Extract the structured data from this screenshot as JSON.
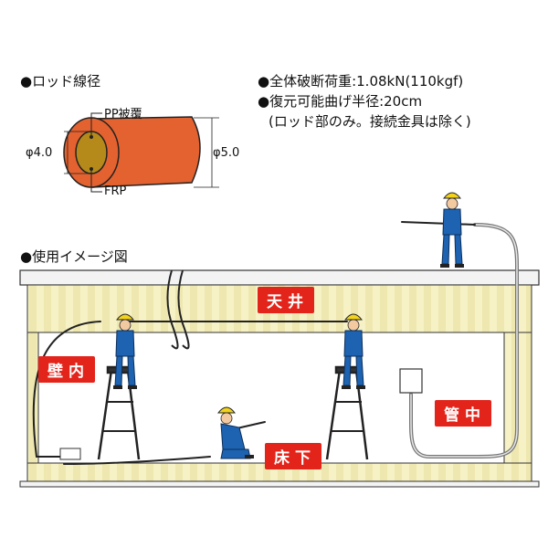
{
  "rod_section": {
    "heading": "●ロッド線径",
    "outer_label": "PP被覆",
    "inner_label": "FRP",
    "inner_diameter": "φ4.0",
    "outer_diameter": "φ5.0"
  },
  "specs": {
    "line1": "●全体破断荷重:1.08kN(110kgf)",
    "line2": "●復元可能曲げ半径:20cm",
    "line3": "(ロッド部のみ。接続金具は除く)"
  },
  "usage": {
    "heading": "●使用イメージ図",
    "tags": {
      "ceiling": "天井",
      "wall": "壁内",
      "floor": "床下",
      "pipe": "管中"
    }
  },
  "colors": {
    "rod_orange": "#e4622f",
    "core_ochre": "#b58a1a",
    "wall_fill": "#f6f2c6",
    "tag_red": "#e3241b",
    "worker_blue": "#1d63b1",
    "helmet_yellow": "#f2d21b"
  }
}
